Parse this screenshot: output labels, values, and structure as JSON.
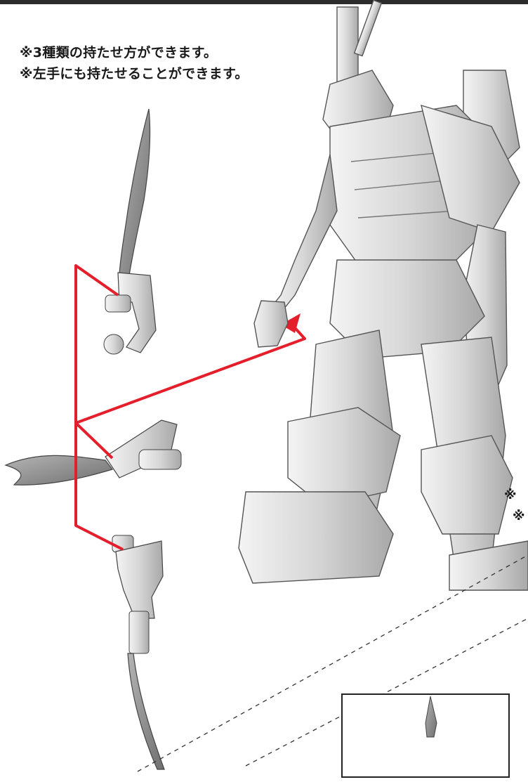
{
  "notes": [
    "※3種類の持たせ方ができます。",
    "※左手にも持たせることができます。"
  ],
  "partial_note": {
    "line1": "※",
    "line2": "※"
  },
  "colors": {
    "accent": "#e41e2b",
    "figure": "#d9d9d9",
    "figure_shadow": "#9a9a9a",
    "blade": "#8a8a8a"
  },
  "icons": [
    "weapon-grip-1",
    "weapon-grip-2",
    "weapon-grip-3",
    "robot-figure",
    "pointer-arrow"
  ]
}
